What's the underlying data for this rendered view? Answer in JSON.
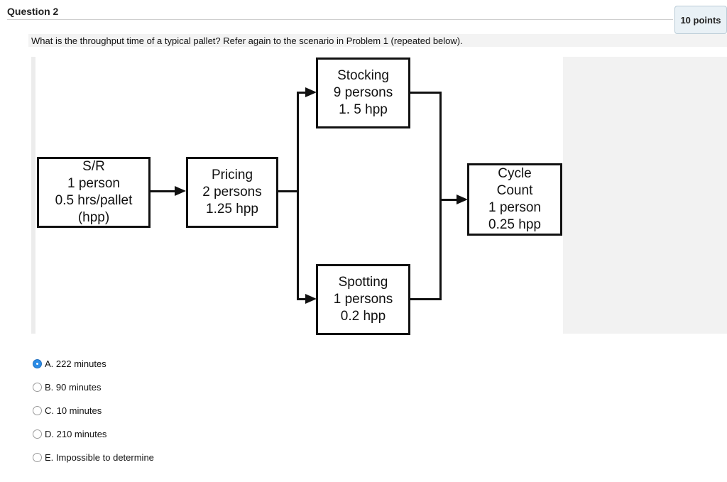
{
  "question": {
    "title": "Question 2",
    "points": "10 points",
    "prompt": "What is the throughput time of a typical pallet?   Refer again to the scenario in Problem 1 (repeated below)."
  },
  "diagram": {
    "sr": {
      "l1": "S/R",
      "l2": "1 person",
      "l3": "0.5 hrs/pallet",
      "l4": "(hpp)"
    },
    "pricing": {
      "l1": "Pricing",
      "l2": "2 persons",
      "l3": "1.25 hpp"
    },
    "stocking": {
      "l1": "Stocking",
      "l2": "9 persons",
      "l3": "1. 5 hpp"
    },
    "spotting": {
      "l1": "Spotting",
      "l2": "1 persons",
      "l3": "0.2 hpp"
    },
    "cycle": {
      "l1": "Cycle",
      "l2": "Count",
      "l3": "1 person",
      "l4": "0.25 hpp"
    }
  },
  "answers": {
    "selected_index": 0,
    "options": [
      "A. 222 minutes",
      "B. 90 minutes",
      "C. 10 minutes",
      "D. 210 minutes",
      "E. Impossible to determine"
    ]
  },
  "colors": {
    "radio_selected": "#2b8ce6",
    "points_bg": "#e9f1f6"
  }
}
